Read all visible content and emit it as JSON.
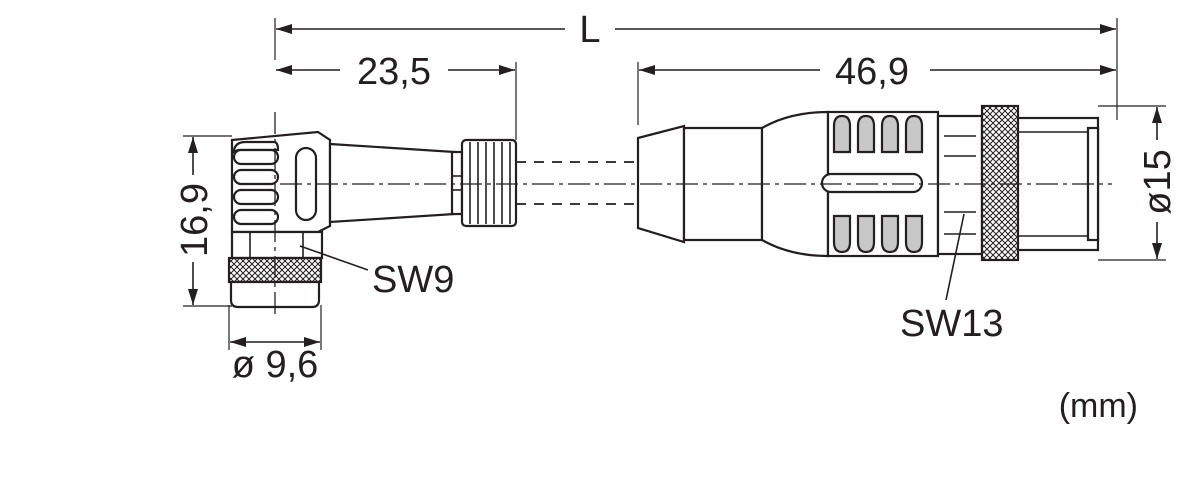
{
  "dimensions": {
    "total_length": "L",
    "left_length": "23,5",
    "right_length": "46,9",
    "left_height": "16,9",
    "left_diameter": "ø 9,6",
    "right_diameter": "ø15"
  },
  "callouts": {
    "left_wrench": "SW9",
    "right_wrench": "SW13"
  },
  "unit": "(mm)"
}
